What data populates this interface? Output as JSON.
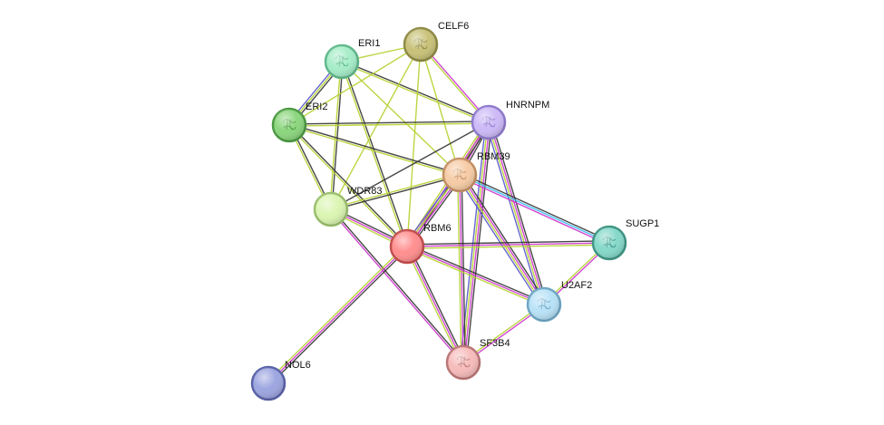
{
  "network": {
    "nodes": [
      {
        "id": "CELF6",
        "label": "CELF6",
        "color": "#c8c27a",
        "stroke": "#8f8a45",
        "structure": true
      },
      {
        "id": "ERI1",
        "label": "ERI1",
        "color": "#a6edc9",
        "stroke": "#5fb88a",
        "structure": true
      },
      {
        "id": "ERI2",
        "label": "ERI2",
        "color": "#8cd67e",
        "stroke": "#4d9a43",
        "structure": true
      },
      {
        "id": "HNRNPM",
        "label": "HNRNPM",
        "color": "#cdb9f7",
        "stroke": "#8f7bcc",
        "structure": true
      },
      {
        "id": "RBM39",
        "label": "RBM39",
        "color": "#f6cca6",
        "stroke": "#c49064",
        "structure": true
      },
      {
        "id": "WDR83",
        "label": "WDR83",
        "color": "#dbf5b2",
        "stroke": "#9bbf6f",
        "structure": false
      },
      {
        "id": "RBM6",
        "label": "RBM6",
        "color": "#ff8f8f",
        "stroke": "#c44e4e",
        "structure": false
      },
      {
        "id": "SUGP1",
        "label": "SUGP1",
        "color": "#86d9ca",
        "stroke": "#3f9585",
        "structure": true
      },
      {
        "id": "U2AF2",
        "label": "U2AF2",
        "color": "#b9e2f7",
        "stroke": "#6fa6c4",
        "structure": true
      },
      {
        "id": "SF3B4",
        "label": "SF3B4",
        "color": "#f7bcbc",
        "stroke": "#bb7676",
        "structure": true
      },
      {
        "id": "NOL6",
        "label": "NOL6",
        "color": "#9ea6e0",
        "stroke": "#5a62a8",
        "structure": false
      }
    ],
    "edge_colors": {
      "coexpression": "#333333",
      "textmining": "#b5d12f",
      "experiments": "#cc33cc",
      "databases": "#33bbee",
      "homology": "#5555cc"
    },
    "edges": [
      {
        "source": "ERI1",
        "target": "CELF6",
        "types": [
          "textmining"
        ]
      },
      {
        "source": "ERI1",
        "target": "ERI2",
        "types": [
          "coexpression",
          "textmining",
          "homology"
        ]
      },
      {
        "source": "ERI1",
        "target": "HNRNPM",
        "types": [
          "coexpression",
          "textmining"
        ]
      },
      {
        "source": "ERI1",
        "target": "RBM39",
        "types": [
          "textmining"
        ]
      },
      {
        "source": "ERI1",
        "target": "WDR83",
        "types": [
          "coexpression",
          "textmining"
        ]
      },
      {
        "source": "ERI1",
        "target": "RBM6",
        "types": [
          "coexpression",
          "textmining"
        ]
      },
      {
        "source": "CELF6",
        "target": "ERI2",
        "types": [
          "textmining"
        ]
      },
      {
        "source": "CELF6",
        "target": "HNRNPM",
        "types": [
          "experiments",
          "textmining"
        ]
      },
      {
        "source": "CELF6",
        "target": "RBM39",
        "types": [
          "textmining"
        ]
      },
      {
        "source": "CELF6",
        "target": "WDR83",
        "types": [
          "textmining"
        ]
      },
      {
        "source": "CELF6",
        "target": "RBM6",
        "types": [
          "textmining"
        ]
      },
      {
        "source": "ERI2",
        "target": "HNRNPM",
        "types": [
          "coexpression",
          "textmining"
        ]
      },
      {
        "source": "ERI2",
        "target": "RBM39",
        "types": [
          "coexpression",
          "textmining"
        ]
      },
      {
        "source": "ERI2",
        "target": "WDR83",
        "types": [
          "coexpression",
          "textmining"
        ]
      },
      {
        "source": "ERI2",
        "target": "RBM6",
        "types": [
          "coexpression",
          "textmining"
        ]
      },
      {
        "source": "HNRNPM",
        "target": "RBM39",
        "types": [
          "coexpression",
          "experiments",
          "textmining"
        ]
      },
      {
        "source": "HNRNPM",
        "target": "WDR83",
        "types": [
          "coexpression"
        ]
      },
      {
        "source": "HNRNPM",
        "target": "RBM6",
        "types": [
          "coexpression",
          "experiments",
          "textmining"
        ]
      },
      {
        "source": "HNRNPM",
        "target": "U2AF2",
        "types": [
          "coexpression",
          "experiments",
          "textmining",
          "homology"
        ]
      },
      {
        "source": "HNRNPM",
        "target": "SF3B4",
        "types": [
          "coexpression",
          "experiments",
          "textmining",
          "homology"
        ]
      },
      {
        "source": "RBM39",
        "target": "WDR83",
        "types": [
          "coexpression",
          "textmining"
        ]
      },
      {
        "source": "RBM39",
        "target": "RBM6",
        "types": [
          "coexpression",
          "experiments",
          "textmining",
          "homology"
        ]
      },
      {
        "source": "RBM39",
        "target": "SUGP1",
        "types": [
          "coexpression",
          "databases",
          "experiments"
        ]
      },
      {
        "source": "RBM39",
        "target": "U2AF2",
        "types": [
          "coexpression",
          "experiments",
          "textmining",
          "homology"
        ]
      },
      {
        "source": "RBM39",
        "target": "SF3B4",
        "types": [
          "coexpression",
          "experiments",
          "textmining"
        ]
      },
      {
        "source": "WDR83",
        "target": "RBM6",
        "types": [
          "coexpression",
          "experiments",
          "textmining"
        ]
      },
      {
        "source": "WDR83",
        "target": "SF3B4",
        "types": [
          "coexpression",
          "experiments"
        ]
      },
      {
        "source": "RBM6",
        "target": "SUGP1",
        "types": [
          "coexpression",
          "experiments",
          "textmining"
        ]
      },
      {
        "source": "RBM6",
        "target": "U2AF2",
        "types": [
          "coexpression",
          "experiments",
          "textmining"
        ]
      },
      {
        "source": "RBM6",
        "target": "SF3B4",
        "types": [
          "coexpression",
          "experiments",
          "textmining"
        ]
      },
      {
        "source": "RBM6",
        "target": "NOL6",
        "types": [
          "coexpression",
          "experiments",
          "textmining"
        ]
      },
      {
        "source": "SUGP1",
        "target": "U2AF2",
        "types": [
          "experiments",
          "textmining"
        ]
      },
      {
        "source": "U2AF2",
        "target": "SF3B4",
        "types": [
          "experiments",
          "textmining"
        ]
      }
    ]
  }
}
